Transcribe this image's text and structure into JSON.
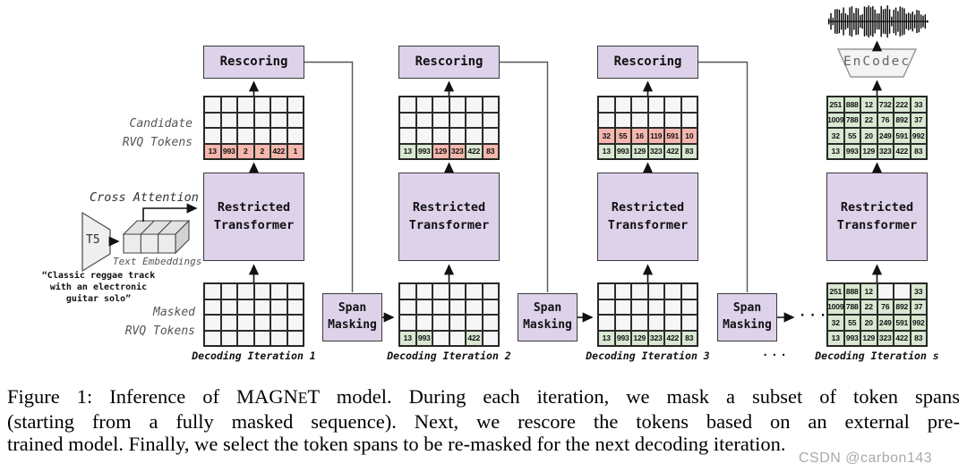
{
  "labels": {
    "rescoring": "Rescoring",
    "transformer_line1": "Restricted",
    "transformer_line2": "Transformer",
    "span_masking_line1": "Span",
    "span_masking_line2": "Masking",
    "encodec": "EnCodec",
    "ellipsis_mid": "···",
    "ellipsis_bottom": "···"
  },
  "left_panel": {
    "cross_attention": "Cross Attention",
    "t5": "T5",
    "text_embeddings": "Text Embeddings",
    "prompt_line1": "“Classic reggae track",
    "prompt_line2": "with an electronic",
    "prompt_line3": "guitar solo”",
    "candidate_line1": "Candidate",
    "candidate_line2": "RVQ Tokens",
    "masked_line1": "Masked",
    "masked_line2": "RVQ Tokens"
  },
  "colors": {
    "box_purple": "#ddd2ea",
    "cell_green": "#d9e8d2",
    "cell_pink": "#f5b7ad",
    "cell_plain": "#f6f6f6"
  },
  "iterations": [
    {
      "label": "Decoding Iteration 1",
      "has_rescoring": true,
      "has_encodec": false,
      "candidate_grid": [
        [
          [
            "",
            "plain"
          ],
          [
            "",
            "plain"
          ],
          [
            "",
            "plain"
          ],
          [
            "",
            "plain"
          ],
          [
            "",
            "plain"
          ],
          [
            "",
            "plain"
          ]
        ],
        [
          [
            "",
            "plain"
          ],
          [
            "",
            "plain"
          ],
          [
            "",
            "plain"
          ],
          [
            "",
            "plain"
          ],
          [
            "",
            "plain"
          ],
          [
            "",
            "plain"
          ]
        ],
        [
          [
            "",
            "plain"
          ],
          [
            "",
            "plain"
          ],
          [
            "",
            "plain"
          ],
          [
            "",
            "plain"
          ],
          [
            "",
            "plain"
          ],
          [
            "",
            "plain"
          ]
        ],
        [
          [
            "13",
            "pink"
          ],
          [
            "993",
            "pink"
          ],
          [
            "2",
            "pink"
          ],
          [
            "2",
            "pink"
          ],
          [
            "422",
            "pink"
          ],
          [
            "1",
            "pink"
          ]
        ]
      ],
      "masked_grid": [
        [
          [
            "",
            "plain"
          ],
          [
            "",
            "plain"
          ],
          [
            "",
            "plain"
          ],
          [
            "",
            "plain"
          ],
          [
            "",
            "plain"
          ],
          [
            "",
            "plain"
          ]
        ],
        [
          [
            "",
            "plain"
          ],
          [
            "",
            "plain"
          ],
          [
            "",
            "plain"
          ],
          [
            "",
            "plain"
          ],
          [
            "",
            "plain"
          ],
          [
            "",
            "plain"
          ]
        ],
        [
          [
            "",
            "plain"
          ],
          [
            "",
            "plain"
          ],
          [
            "",
            "plain"
          ],
          [
            "",
            "plain"
          ],
          [
            "",
            "plain"
          ],
          [
            "",
            "plain"
          ]
        ],
        [
          [
            "",
            "plain"
          ],
          [
            "",
            "plain"
          ],
          [
            "",
            "plain"
          ],
          [
            "",
            "plain"
          ],
          [
            "",
            "plain"
          ],
          [
            "",
            "plain"
          ]
        ]
      ]
    },
    {
      "label": "Decoding Iteration 2",
      "has_rescoring": true,
      "has_encodec": false,
      "candidate_grid": [
        [
          [
            "",
            "plain"
          ],
          [
            "",
            "plain"
          ],
          [
            "",
            "plain"
          ],
          [
            "",
            "plain"
          ],
          [
            "",
            "plain"
          ],
          [
            "",
            "plain"
          ]
        ],
        [
          [
            "",
            "plain"
          ],
          [
            "",
            "plain"
          ],
          [
            "",
            "plain"
          ],
          [
            "",
            "plain"
          ],
          [
            "",
            "plain"
          ],
          [
            "",
            "plain"
          ]
        ],
        [
          [
            "",
            "plain"
          ],
          [
            "",
            "plain"
          ],
          [
            "",
            "plain"
          ],
          [
            "",
            "plain"
          ],
          [
            "",
            "plain"
          ],
          [
            "",
            "plain"
          ]
        ],
        [
          [
            "13",
            "green"
          ],
          [
            "993",
            "green"
          ],
          [
            "129",
            "pink"
          ],
          [
            "323",
            "pink"
          ],
          [
            "422",
            "green"
          ],
          [
            "83",
            "pink"
          ]
        ]
      ],
      "masked_grid": [
        [
          [
            "",
            "plain"
          ],
          [
            "",
            "plain"
          ],
          [
            "",
            "plain"
          ],
          [
            "",
            "plain"
          ],
          [
            "",
            "plain"
          ],
          [
            "",
            "plain"
          ]
        ],
        [
          [
            "",
            "plain"
          ],
          [
            "",
            "plain"
          ],
          [
            "",
            "plain"
          ],
          [
            "",
            "plain"
          ],
          [
            "",
            "plain"
          ],
          [
            "",
            "plain"
          ]
        ],
        [
          [
            "",
            "plain"
          ],
          [
            "",
            "plain"
          ],
          [
            "",
            "plain"
          ],
          [
            "",
            "plain"
          ],
          [
            "",
            "plain"
          ],
          [
            "",
            "plain"
          ]
        ],
        [
          [
            "13",
            "green"
          ],
          [
            "993",
            "green"
          ],
          [
            "",
            "plain"
          ],
          [
            "",
            "plain"
          ],
          [
            "422",
            "green"
          ],
          [
            "",
            "plain"
          ]
        ]
      ]
    },
    {
      "label": "Decoding Iteration 3",
      "has_rescoring": true,
      "has_encodec": false,
      "candidate_grid": [
        [
          [
            "",
            "plain"
          ],
          [
            "",
            "plain"
          ],
          [
            "",
            "plain"
          ],
          [
            "",
            "plain"
          ],
          [
            "",
            "plain"
          ],
          [
            "",
            "plain"
          ]
        ],
        [
          [
            "",
            "plain"
          ],
          [
            "",
            "plain"
          ],
          [
            "",
            "plain"
          ],
          [
            "",
            "plain"
          ],
          [
            "",
            "plain"
          ],
          [
            "",
            "plain"
          ]
        ],
        [
          [
            "32",
            "pink"
          ],
          [
            "55",
            "pink"
          ],
          [
            "16",
            "pink"
          ],
          [
            "119",
            "pink"
          ],
          [
            "591",
            "pink"
          ],
          [
            "10",
            "pink"
          ]
        ],
        [
          [
            "13",
            "green"
          ],
          [
            "993",
            "green"
          ],
          [
            "129",
            "green"
          ],
          [
            "323",
            "green"
          ],
          [
            "422",
            "green"
          ],
          [
            "83",
            "green"
          ]
        ]
      ],
      "masked_grid": [
        [
          [
            "",
            "plain"
          ],
          [
            "",
            "plain"
          ],
          [
            "",
            "plain"
          ],
          [
            "",
            "plain"
          ],
          [
            "",
            "plain"
          ],
          [
            "",
            "plain"
          ]
        ],
        [
          [
            "",
            "plain"
          ],
          [
            "",
            "plain"
          ],
          [
            "",
            "plain"
          ],
          [
            "",
            "plain"
          ],
          [
            "",
            "plain"
          ],
          [
            "",
            "plain"
          ]
        ],
        [
          [
            "",
            "plain"
          ],
          [
            "",
            "plain"
          ],
          [
            "",
            "plain"
          ],
          [
            "",
            "plain"
          ],
          [
            "",
            "plain"
          ],
          [
            "",
            "plain"
          ]
        ],
        [
          [
            "13",
            "green"
          ],
          [
            "993",
            "green"
          ],
          [
            "129",
            "green"
          ],
          [
            "323",
            "green"
          ],
          [
            "422",
            "green"
          ],
          [
            "83",
            "green"
          ]
        ]
      ]
    },
    {
      "label": "Decoding Iteration s",
      "has_rescoring": false,
      "has_encodec": true,
      "candidate_grid": [
        [
          [
            "251",
            "green"
          ],
          [
            "888",
            "green"
          ],
          [
            "12",
            "green"
          ],
          [
            "732",
            "green"
          ],
          [
            "222",
            "green"
          ],
          [
            "33",
            "green"
          ]
        ],
        [
          [
            "1009",
            "green"
          ],
          [
            "788",
            "green"
          ],
          [
            "22",
            "green"
          ],
          [
            "76",
            "green"
          ],
          [
            "892",
            "green"
          ],
          [
            "37",
            "green"
          ]
        ],
        [
          [
            "32",
            "green"
          ],
          [
            "55",
            "green"
          ],
          [
            "20",
            "green"
          ],
          [
            "249",
            "green"
          ],
          [
            "591",
            "green"
          ],
          [
            "992",
            "green"
          ]
        ],
        [
          [
            "13",
            "green"
          ],
          [
            "993",
            "green"
          ],
          [
            "129",
            "green"
          ],
          [
            "323",
            "green"
          ],
          [
            "422",
            "green"
          ],
          [
            "83",
            "green"
          ]
        ]
      ],
      "masked_grid": [
        [
          [
            "251",
            "green"
          ],
          [
            "888",
            "green"
          ],
          [
            "12",
            "green"
          ],
          [
            "",
            "plain"
          ],
          [
            "",
            "plain"
          ],
          [
            "33",
            "green"
          ]
        ],
        [
          [
            "1009",
            "green"
          ],
          [
            "788",
            "green"
          ],
          [
            "22",
            "green"
          ],
          [
            "76",
            "green"
          ],
          [
            "892",
            "green"
          ],
          [
            "37",
            "green"
          ]
        ],
        [
          [
            "32",
            "green"
          ],
          [
            "55",
            "green"
          ],
          [
            "20",
            "green"
          ],
          [
            "249",
            "green"
          ],
          [
            "591",
            "green"
          ],
          [
            "992",
            "green"
          ]
        ],
        [
          [
            "13",
            "green"
          ],
          [
            "993",
            "green"
          ],
          [
            "129",
            "green"
          ],
          [
            "323",
            "green"
          ],
          [
            "422",
            "green"
          ],
          [
            "83",
            "green"
          ]
        ]
      ]
    }
  ],
  "caption": {
    "line1_pre": "Figure 1: Inference of MAGN",
    "line1_smallcap": "E",
    "line1_post": "T model. During each iteration, we mask a subset of token spans",
    "line2": "(starting from a fully masked sequence).  Next, we rescore the tokens based on an external pre-",
    "line3": "trained model. Finally, we select the token spans to be re-masked for the next decoding iteration."
  },
  "watermark": "CSDN @carbon143"
}
